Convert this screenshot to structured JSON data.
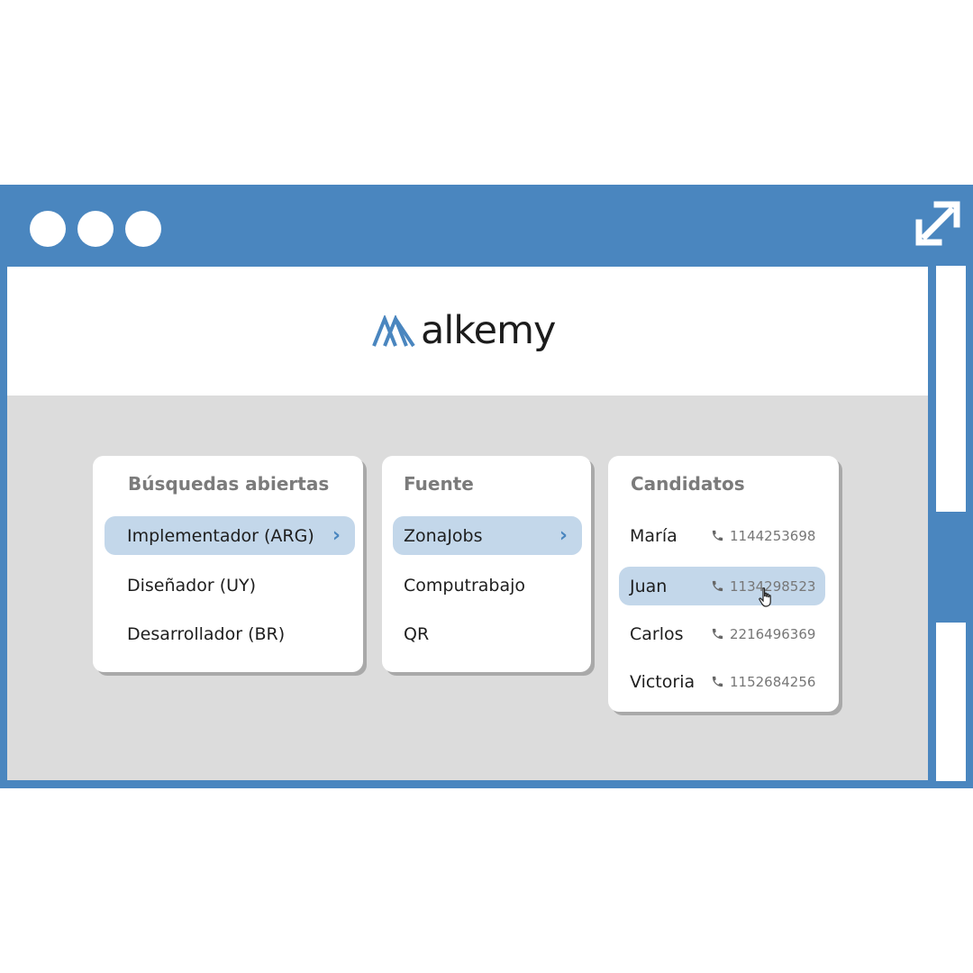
{
  "window": {
    "controls": [
      "dot",
      "dot",
      "dot"
    ],
    "expand_icon": "expand-arrows-icon"
  },
  "brand": {
    "name": "alkemy",
    "color": "#4a86bf"
  },
  "columns": {
    "busquedas": {
      "title": "Búsquedas abiertas",
      "items": [
        "Implementador (ARG)",
        "Diseñador (UY)",
        "Desarrollador (BR)"
      ],
      "selected": 0
    },
    "fuente": {
      "title": "Fuente",
      "items": [
        "ZonaJobs",
        "Computrabajo",
        "QR"
      ],
      "selected": 0
    },
    "candidatos": {
      "title": "Candidatos",
      "items": [
        {
          "name": "María",
          "phone": "1144253698"
        },
        {
          "name": "Juan",
          "phone": "1134298523"
        },
        {
          "name": "Carlos",
          "phone": "2216496369"
        },
        {
          "name": "Victoria",
          "phone": "1152684256"
        }
      ],
      "selected": 1
    }
  },
  "colors": {
    "frame": "#4a86bf",
    "selected_row": "#c3d7ea",
    "background": "#dcdcdc"
  }
}
